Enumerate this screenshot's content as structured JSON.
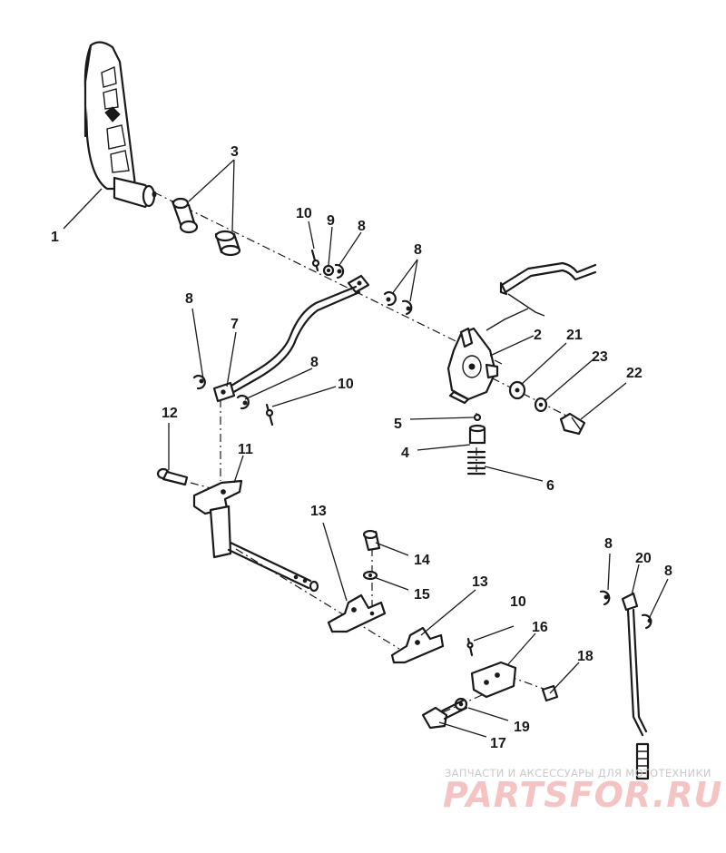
{
  "diagram": {
    "callouts": {
      "c1": "1",
      "c2": "2",
      "c3": "3",
      "c4": "4",
      "c5": "5",
      "c6": "6",
      "c7": "7",
      "c8a": "8",
      "c8b": "8",
      "c8c": "8",
      "c8d": "8",
      "c8e": "8",
      "c8f": "8",
      "c9": "9",
      "c10a": "10",
      "c10b": "10",
      "c10c": "10",
      "c11": "11",
      "c12": "12",
      "c13a": "13",
      "c13b": "13",
      "c14": "14",
      "c15": "15",
      "c16": "16",
      "c17": "17",
      "c18": "18",
      "c19": "19",
      "c20": "20",
      "c21": "21",
      "c22": "22",
      "c23": "23"
    }
  },
  "watermark": {
    "tagline": "ЗАПЧАСТИ И АКСЕССУАРЫ ДЛЯ МОТОТЕХНИКИ",
    "logo": "PARTSFOR.RU"
  }
}
